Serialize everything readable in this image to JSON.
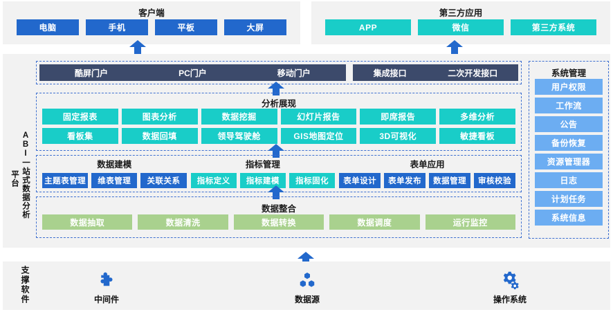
{
  "top": {
    "client": {
      "title": "客户端",
      "items": [
        {
          "label": "电脑",
          "color": "#2268cc"
        },
        {
          "label": "手机",
          "color": "#2268cc"
        },
        {
          "label": "平板",
          "color": "#2268cc"
        },
        {
          "label": "大屏",
          "color": "#2268cc"
        }
      ]
    },
    "third_party": {
      "title": "第三方应用",
      "items": [
        {
          "label": "APP",
          "color": "#19cdc8"
        },
        {
          "label": "微信",
          "color": "#19cdc8"
        },
        {
          "label": "第三方系统",
          "color": "#19cdc8"
        }
      ]
    }
  },
  "platform": {
    "vertical_label_main": "ABI一站式数据分析",
    "vertical_label_sub": "平台",
    "portal": {
      "left_items": [
        "酷屏门户",
        "PC门户",
        "移动门户"
      ],
      "right_items": [
        "集成接口",
        "二次开发接口"
      ]
    },
    "analysis": {
      "title": "分析展现",
      "items": [
        "固定报表",
        "图表分析",
        "数据挖掘",
        "幻灯片报告",
        "即席报告",
        "多维分析",
        "看板集",
        "数据回填",
        "领导驾驶舱",
        "GIS地图定位",
        "3D可视化",
        "敏捷看板"
      ]
    },
    "modeling": {
      "groups": [
        {
          "title": "数据建模",
          "color": "#2268cc",
          "items": [
            "主题表管理",
            "维表管理",
            "关联关系"
          ]
        },
        {
          "title": "指标管理",
          "color": "#19cdc8",
          "items": [
            "指标定义",
            "指标建模",
            "指标固化"
          ]
        },
        {
          "title": "表单应用",
          "color": "#2268cc",
          "items": [
            "表单设计",
            "表单发布",
            "数据管理",
            "审核校验"
          ]
        }
      ]
    },
    "integration": {
      "title": "数据整合",
      "items": [
        "数据抽取",
        "数据清洗",
        "数据转换",
        "数据调度",
        "运行监控"
      ]
    },
    "system_management": {
      "title": "系统管理",
      "items": [
        "用户权限",
        "工作流",
        "公告",
        "备份恢复",
        "资源管理器",
        "日志",
        "计划任务",
        "系统信息"
      ]
    }
  },
  "support": {
    "label": "支撑软件",
    "items": [
      {
        "label": "中间件",
        "icon": "puzzle-piece-icon"
      },
      {
        "label": "数据源",
        "icon": "database-nodes-icon"
      },
      {
        "label": "操作系统",
        "icon": "gears-icon"
      }
    ]
  },
  "colors": {
    "blue": "#2268cc",
    "teal": "#19cdc8",
    "light_blue": "#6cadf2",
    "green": "#a9d18e",
    "navy": "#3c4a6b",
    "panel": "#f2f2f2",
    "dashed_border": "#3d6fd0"
  }
}
